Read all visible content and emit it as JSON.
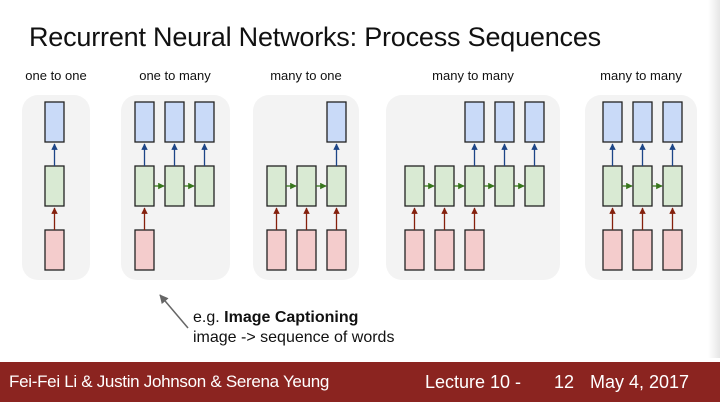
{
  "slide": {
    "title": "Recurrent Neural Networks: Process Sequences"
  },
  "colors": {
    "panel_bg": "#f3f3f3",
    "output_fill": "#c9daf8",
    "hidden_fill": "#d9ead3",
    "input_fill": "#f4cccc",
    "box_stroke": "#222222",
    "output_arrow": "#1c4587",
    "input_arrow": "#85200c",
    "recurrent_arrow": "#38761d",
    "footer_bg": "#8b2420"
  },
  "panels": [
    {
      "label": "one to one",
      "steps": 1,
      "inputs": [
        0
      ],
      "outputs": [
        0
      ]
    },
    {
      "label": "one to many",
      "steps": 3,
      "inputs": [
        0
      ],
      "outputs": [
        0,
        1,
        2
      ]
    },
    {
      "label": "many to one",
      "steps": 3,
      "inputs": [
        0,
        1,
        2
      ],
      "outputs": [
        2
      ]
    },
    {
      "label": "many to many",
      "steps": 5,
      "inputs": [
        0,
        1,
        2
      ],
      "outputs": [
        2,
        3,
        4
      ]
    },
    {
      "label": "many to many",
      "steps": 3,
      "inputs": [
        0,
        1,
        2
      ],
      "outputs": [
        0,
        1,
        2
      ]
    }
  ],
  "annotation": {
    "prefix": "e.g. ",
    "emphasis": "Image Captioning",
    "line2": "image -> sequence of words"
  },
  "footer": {
    "authors": "Fei-Fei Li & Justin Johnson & Serena Yeung",
    "lecture": "Lecture 10 -",
    "page": "12",
    "date": "May 4, 2017"
  }
}
